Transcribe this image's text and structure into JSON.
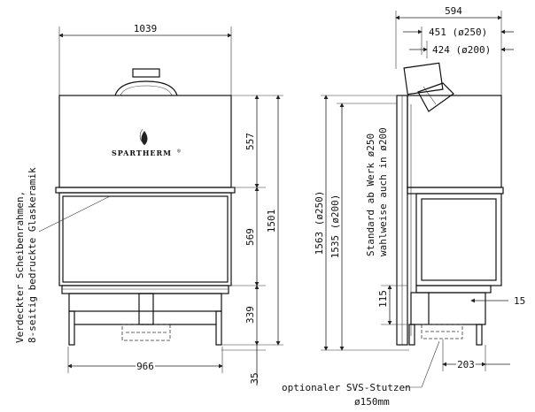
{
  "dimensions": {
    "front_width": "1039",
    "base_width": "966",
    "upper_height": "557",
    "glass_height": "569",
    "base_height": "339",
    "foot_height": "35",
    "total_height": "1501",
    "side_width": "594",
    "side_451": "451 (ø250)",
    "side_424": "424 (ø200)",
    "h_1563": "1563 (ø250)",
    "h_1535": "1535 (ø200)",
    "h_115": "115",
    "h_15": "15",
    "side_203": "203"
  },
  "labels": {
    "brand": "SPARTHERM",
    "brand_mark": "®",
    "frame_note_line1": "Verdeckter Scheibenrahmen,",
    "frame_note_line2": "8-seitig bedruckte Glaskeramik",
    "standard_line1": "Standard ab Werk ø250",
    "standard_line2": "wahlweise auch in ø200",
    "svs_line1": "optionaler SVS-Stutzen",
    "svs_line2": "ø150mm"
  }
}
